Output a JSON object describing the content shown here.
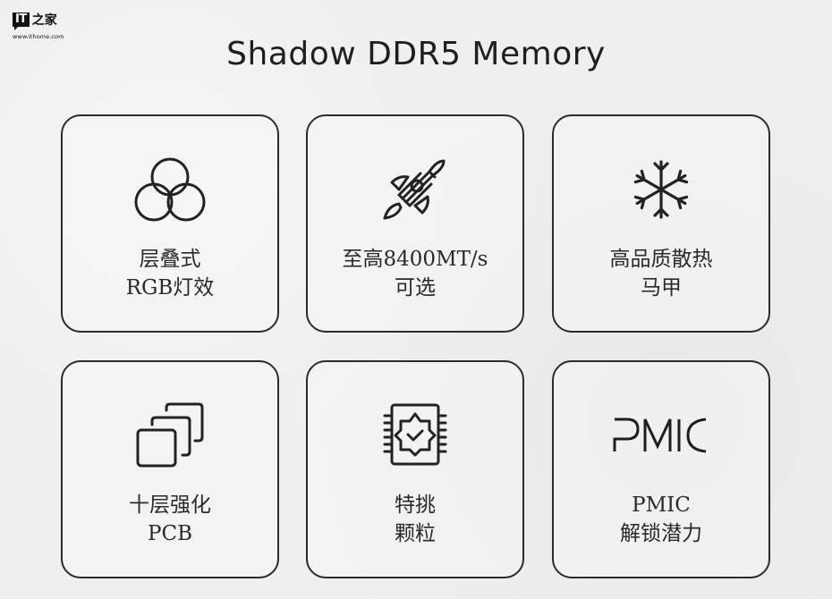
{
  "watermark": {
    "brand_mark": "IT",
    "brand_cn": "之家",
    "url": "www.ithome.com"
  },
  "title": "Shadow DDR5 Memory",
  "colors": {
    "background": "#efefee",
    "stroke": "#2b2b2b",
    "text": "#2a2a2a"
  },
  "features": [
    {
      "icon": "rgb-circles-icon",
      "line1": "层叠式",
      "line2": "RGB灯效"
    },
    {
      "icon": "rocket-icon",
      "line1": "至高8400MT/s",
      "line2": "可选"
    },
    {
      "icon": "snowflake-icon",
      "line1": "高品质散热",
      "line2": "马甲"
    },
    {
      "icon": "stacked-layers-icon",
      "line1": "十层强化",
      "line2": "PCB"
    },
    {
      "icon": "chip-check-icon",
      "line1": "特挑",
      "line2": "颗粒"
    },
    {
      "icon": "pmic-logo-icon",
      "icon_text": "PMIC",
      "line1": "PMIC",
      "line2": "解锁潜力"
    }
  ]
}
